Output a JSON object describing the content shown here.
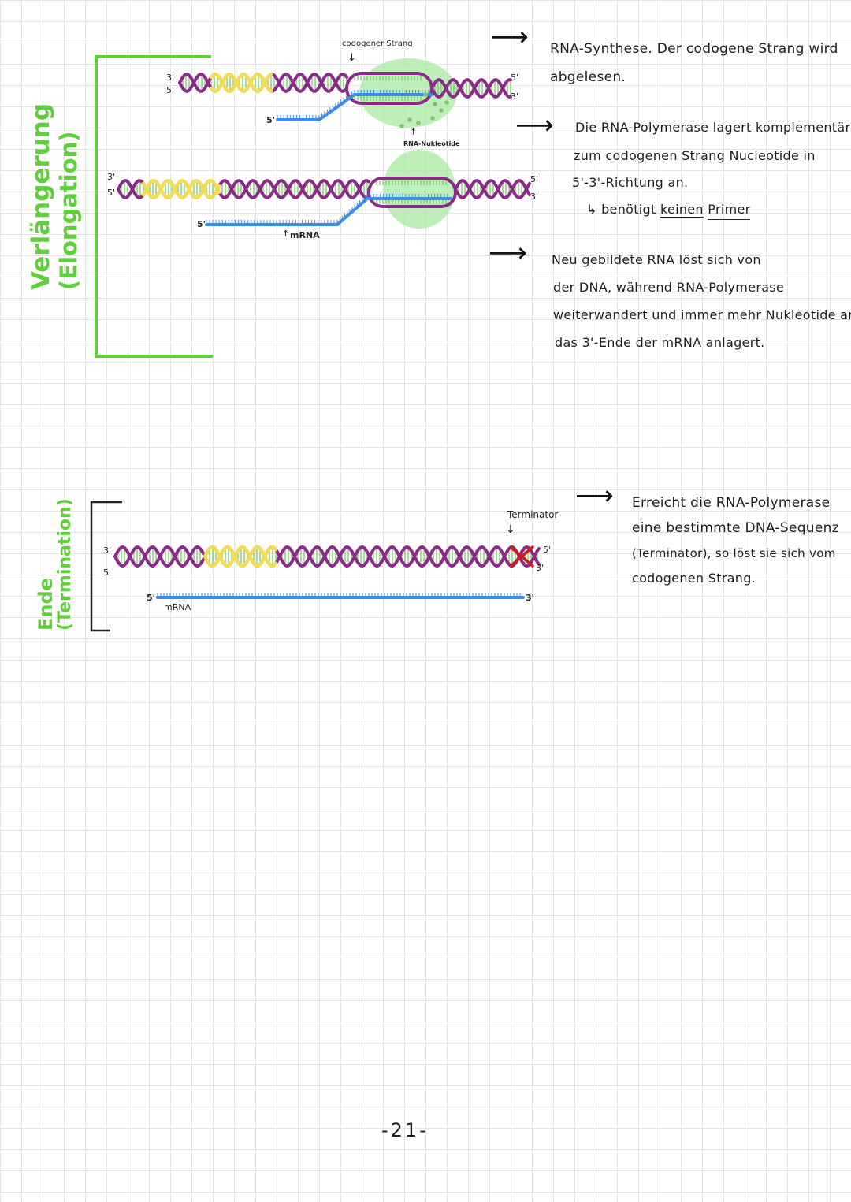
{
  "elongation": {
    "label_main": "Verlängerung",
    "label_sub": "(Elongation)",
    "codogen_label": "codogener Strang",
    "nucleotide_label": "RNA-Nukleotide",
    "mrna_label": "mRNA",
    "end3": "3'",
    "end5": "5'",
    "notes": {
      "n1_line1": "RNA-Synthese. Der codogene Strang wird",
      "n1_line2": "abgelesen.",
      "n2_line1": "Die RNA-Polymerase lagert komplementär",
      "n2_line2": "zum codogenen Strang Nucleotide in",
      "n2_line3": "5'-3'-Richtung an.",
      "n2_line4_prefix": "↳ benötigt",
      "n2_line4_keiner": "keinen",
      "n2_line4_primer": "Primer",
      "n3_line1": "Neu gebildete RNA löst sich von",
      "n3_line2": "der DNA, während RNA-Polymerase",
      "n3_line3": "weiterwandert und immer mehr Nukleotide an",
      "n3_line4": "das 3'-Ende der mRNA anlagert."
    }
  },
  "termination": {
    "label_main": "Ende",
    "label_sub": "(Termination)",
    "terminator_label": "Terminator",
    "terminator_arrow": "↓",
    "mrna_label": "mRNA",
    "notes": {
      "line1": "Erreicht die RNA-Polymerase",
      "line2": "eine bestimmte DNA-Sequenz",
      "line3": "(Terminator), so löst sie sich vom",
      "line4": "codogenen Strang."
    }
  },
  "arrow_glyph": "⟶",
  "small_arrow_up": "↑",
  "small_arrow_down": "↓",
  "page_number": "-21-",
  "colors": {
    "green_label": "#5fcf3a",
    "purple": "#8b2a8a",
    "yellow": "#f3dc55",
    "blue": "#3a8ee6",
    "polymerase": "#a8eaa0",
    "rung": "#7bc96a",
    "terminator": "#d11a1a"
  }
}
